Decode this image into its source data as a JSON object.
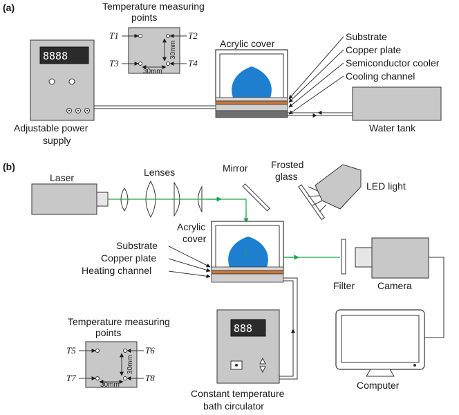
{
  "panel_a": {
    "label": "(a)",
    "temp_points_title_1": "Temperature measuring",
    "temp_points_title_2": "points",
    "t1": "T1",
    "t2": "T2",
    "t3": "T3",
    "t4": "T4",
    "dim_h": "30mm",
    "dim_v": "30mm",
    "acrylic_cover": "Acrylic cover",
    "substrate": "Substrate",
    "copper_plate": "Copper plate",
    "semiconductor_cooler": "Semiconductor cooler",
    "cooling_channel": "Cooling channel",
    "power_supply_1": "Adjustable power",
    "power_supply_2": "supply",
    "water_tank": "Water tank",
    "display_digits": "8888"
  },
  "panel_b": {
    "label": "(b)",
    "laser": "Laser",
    "lenses": "Lenses",
    "mirror": "Mirror",
    "frosted_glass_1": "Frosted",
    "frosted_glass_2": "glass",
    "led_light": "LED light",
    "acrylic_cover_1": "Acrylic",
    "acrylic_cover_2": "cover",
    "substrate": "Substrate",
    "copper_plate": "Copper plate",
    "heating_channel": "Heating channel",
    "filter": "Filter",
    "camera": "Camera",
    "computer": "Computer",
    "bath_1": "Constant temperature",
    "bath_2": "bath circulator",
    "temp_points_title_1": "Temperature measuring",
    "temp_points_title_2": "points",
    "t5": "T5",
    "t6": "T6",
    "t7": "T7",
    "t8": "T8",
    "dim_h": "30mm",
    "dim_v": "30mm",
    "display_digits": "888"
  },
  "colors": {
    "panel_gray": "#c8c8c8",
    "droplet_blue": "#1e7fd0",
    "copper": "#c8773c",
    "laser_green": "#1aa34a",
    "dark_gray": "#6e6e6e"
  }
}
